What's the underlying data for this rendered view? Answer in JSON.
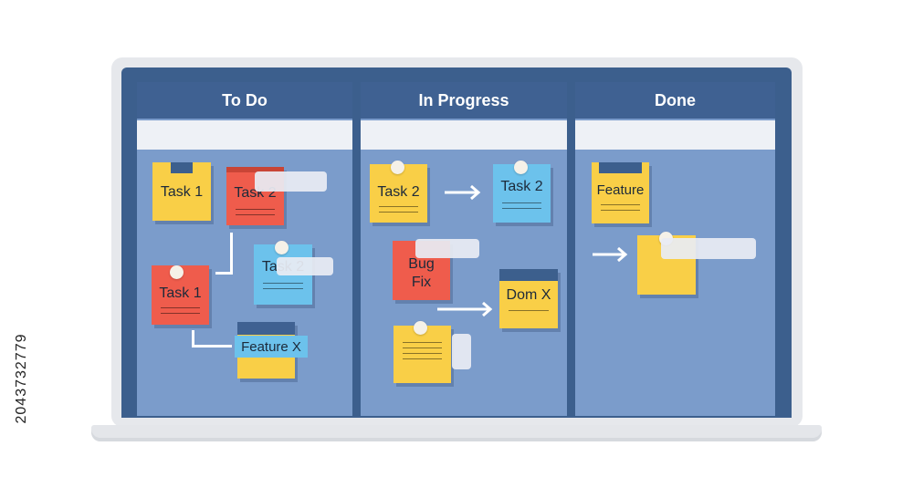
{
  "board": {
    "columns": [
      {
        "title": "To Do"
      },
      {
        "title": "In Progress"
      },
      {
        "title": "Done"
      }
    ],
    "todo_notes": [
      "Task 1",
      "Task 2",
      "Task 1",
      "Task 2",
      "Feature X"
    ],
    "progress_notes": [
      "Task 2",
      "Task 2",
      "Bug Fix",
      "Dom X"
    ],
    "done_notes": [
      "Feature"
    ]
  },
  "colors": {
    "frame": "#3c5f8d",
    "column": "#7b9ccb",
    "header": "#3f6192",
    "yellow_note": "#f9cf47",
    "red_note": "#ef5c4c",
    "blue_note": "#6cc2ec"
  },
  "watermark": "2043732779"
}
